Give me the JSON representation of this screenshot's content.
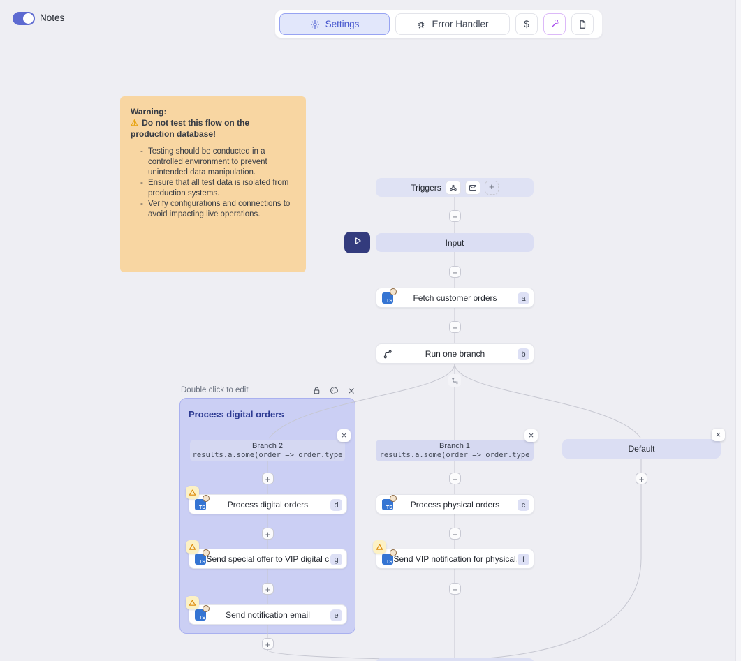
{
  "topbar": {
    "notes_label": "Notes",
    "settings_label": "Settings",
    "error_handler_label": "Error Handler",
    "dollar_label": "$"
  },
  "note": {
    "title": "Warning:",
    "warning_emoji": "⚠",
    "warning_line": "Do not test this flow on the production database!",
    "bullets": [
      "Testing should be conducted in a controlled environment to prevent unintended data manipulation.",
      "Ensure that all test data is isolated from production systems.",
      "Verify configurations and connections to avoid impacting live operations."
    ]
  },
  "flow": {
    "triggers_label": "Triggers",
    "input_label": "Input",
    "ts_icon_label": "TS",
    "fetch_orders": {
      "label": "Fetch customer orders",
      "badge": "a"
    },
    "run_one_branch": {
      "label": "Run one branch",
      "badge": "b"
    },
    "group": {
      "hint": "Double click to edit",
      "title": "Process digital orders",
      "branch2": {
        "label": "Branch 2",
        "code": "results.a.some(order => order.type"
      },
      "process_digital": {
        "label": "Process digital orders",
        "badge": "d"
      },
      "send_special_offer": {
        "label": "Send special offer to VIP digital c...",
        "badge": "g"
      },
      "send_notification": {
        "label": "Send notification email",
        "badge": "e"
      }
    },
    "branch1": {
      "label": "Branch 1",
      "code": "results.a.some(order => order.type",
      "process_physical": {
        "label": "Process physical orders",
        "badge": "c"
      },
      "send_vip": {
        "label": "Send VIP notification for physical...",
        "badge": "f"
      }
    },
    "default_branch": {
      "label": "Default"
    }
  },
  "colors": {
    "accent_indigo": "#4454cd",
    "group_fill": "#cbcff4",
    "note_fill": "#f8d6a2",
    "play_navy": "#333b7d",
    "wand_purple": "#a649ec",
    "warning_orange": "#dd8a0a",
    "edge_gray": "#c6c7d1"
  }
}
